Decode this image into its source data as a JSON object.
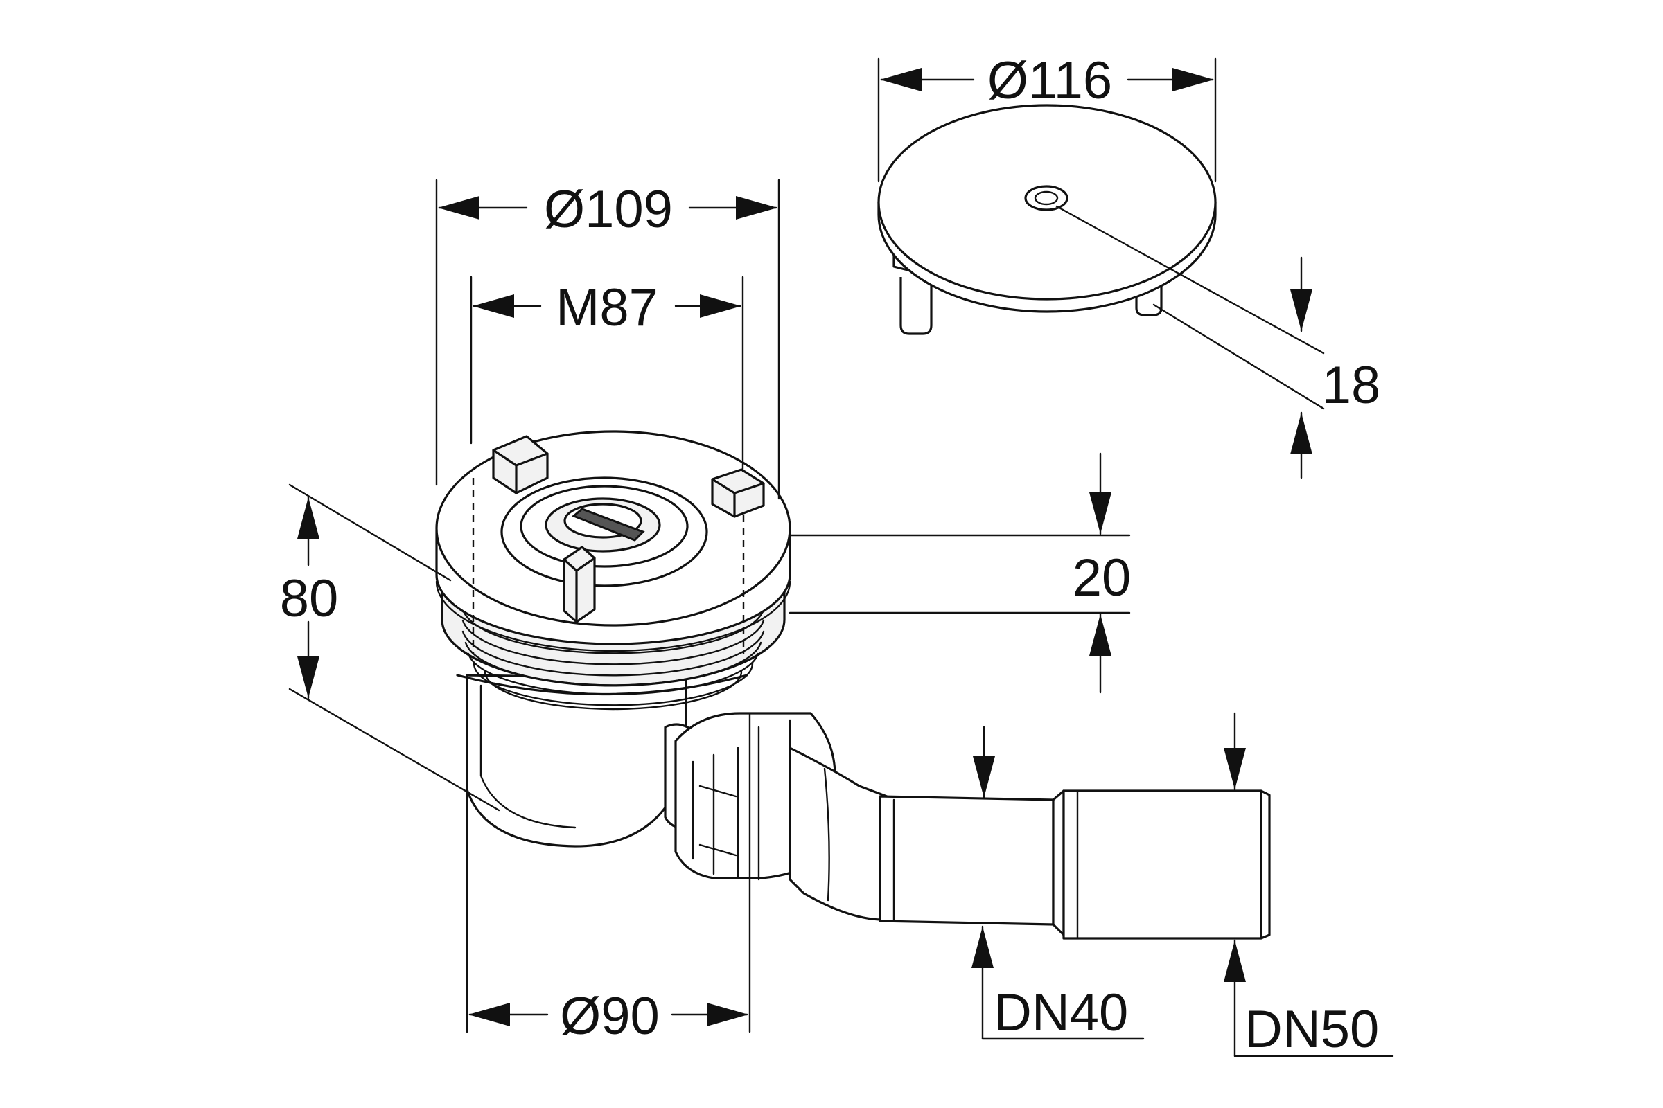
{
  "colors": {
    "line": "#111111",
    "background": "#ffffff"
  },
  "dimensions": {
    "cover_diameter": "Ø116",
    "cover_height": "18",
    "flange_diameter": "Ø109",
    "thread": "M87",
    "flange_height": "20",
    "total_height": "80",
    "body_diameter": "Ø90",
    "outlet_small": "DN40",
    "outlet_large": "DN50"
  }
}
